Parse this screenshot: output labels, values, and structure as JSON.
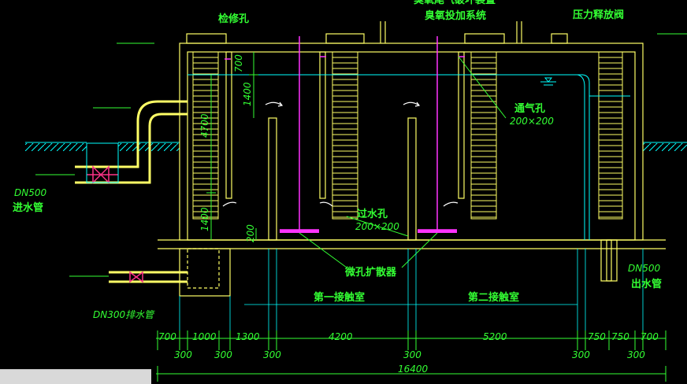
{
  "labels": {
    "top_partial": "臭氧尾气破坏装置",
    "manhole": "检修孔",
    "ozone_system": "臭氧投加系统",
    "pressure_valve": "压力释放阀",
    "vent_hole_1": "通气孔",
    "vent_hole_2": "200×200",
    "water_hole_1": "过水孔",
    "water_hole_2": "200×200",
    "diffuser": "微孔扩散器",
    "inlet_1": "DN500",
    "inlet_2": "进水管",
    "outlet_1": "DN500",
    "outlet_2": "出水管",
    "drain": "DN300排水管",
    "chamber_1": "第一接触室",
    "chamber_2": "第二接触室"
  },
  "vertical_dims": {
    "d700": "700",
    "d1400a": "1400",
    "d4700": "4700",
    "d1400b": "1400",
    "d200": "200"
  },
  "bottom_dims": {
    "row1": [
      "700",
      "1000",
      "1300",
      "4200",
      "5200",
      "750",
      "750",
      "700"
    ],
    "row2": [
      "300",
      "300",
      "300",
      "300",
      "300",
      "300"
    ],
    "total": "16400"
  },
  "colors": {
    "background": "#000000",
    "structure": "#ffff66",
    "dimension": "#33ff33",
    "water": "#00ffff",
    "gas_pipe": "#ff33ff",
    "valve": "#ff3388",
    "ground": "#00ffff",
    "cad_tab": "#d9d9d9"
  }
}
